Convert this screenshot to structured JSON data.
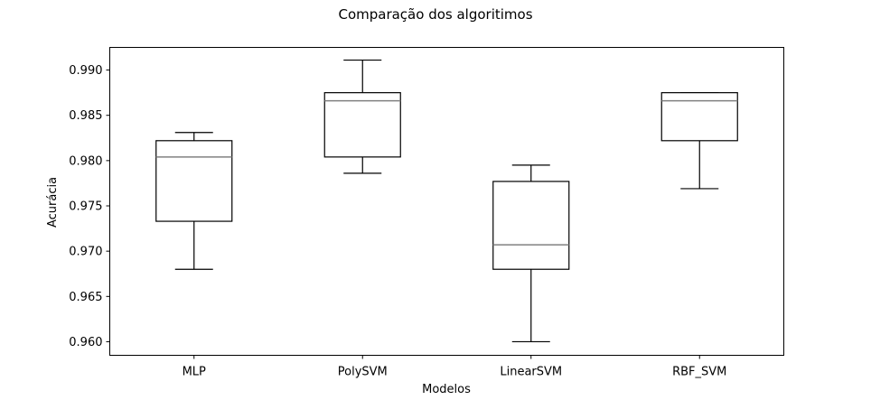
{
  "chart_data": {
    "type": "box",
    "title": "Comparação dos algoritimos",
    "xlabel": "Modelos",
    "ylabel": "Acurácia",
    "ylim": [
      0.9585,
      0.9925
    ],
    "yticks": [
      "0.960",
      "0.965",
      "0.970",
      "0.975",
      "0.980",
      "0.985",
      "0.990"
    ],
    "grid": false,
    "categories": [
      "MLP",
      "PolySVM",
      "LinearSVM",
      "RBF_SVM"
    ],
    "boxes": [
      {
        "name": "MLP",
        "whisker_low": 0.968,
        "q1": 0.9733,
        "median": 0.9804,
        "q3": 0.9822,
        "whisker_high": 0.9831
      },
      {
        "name": "PolySVM",
        "whisker_low": 0.9786,
        "q1": 0.9804,
        "median": 0.9866,
        "q3": 0.9875,
        "whisker_high": 0.9911
      },
      {
        "name": "LinearSVM",
        "whisker_low": 0.96,
        "q1": 0.968,
        "median": 0.9707,
        "q3": 0.9777,
        "whisker_high": 0.9795
      },
      {
        "name": "RBF_SVM",
        "whisker_low": 0.9769,
        "q1": 0.9822,
        "median": 0.9866,
        "q3": 0.9875,
        "whisker_high": 0.9875
      }
    ],
    "colors": {
      "box": "#000000",
      "median": "#808080",
      "axes": "#000000"
    }
  }
}
